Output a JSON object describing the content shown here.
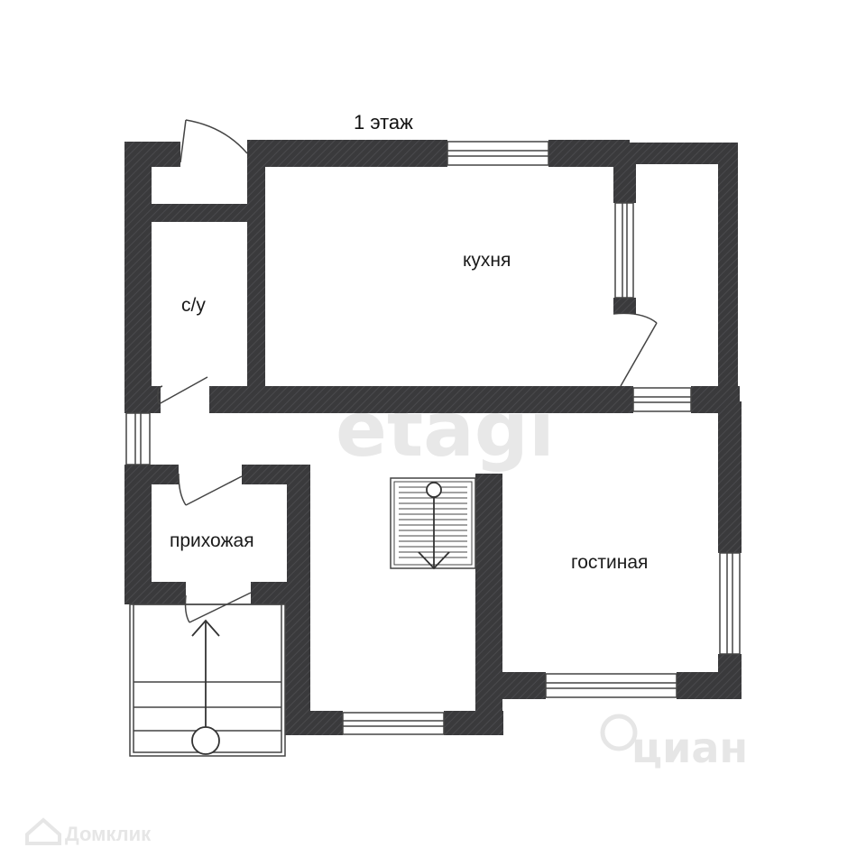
{
  "plan": {
    "title": "1 этаж",
    "rooms": {
      "kitchen": "кухня",
      "bathroom": "с/у",
      "hallway": "прихожая",
      "living_room": "гостиная"
    }
  },
  "watermarks": {
    "center": "etagi",
    "bottom_right": "циан",
    "bottom_left": "Домклик"
  },
  "colors": {
    "wall": "#3a3a3c",
    "line": "#444444",
    "watermark": "#e6e6e6"
  }
}
